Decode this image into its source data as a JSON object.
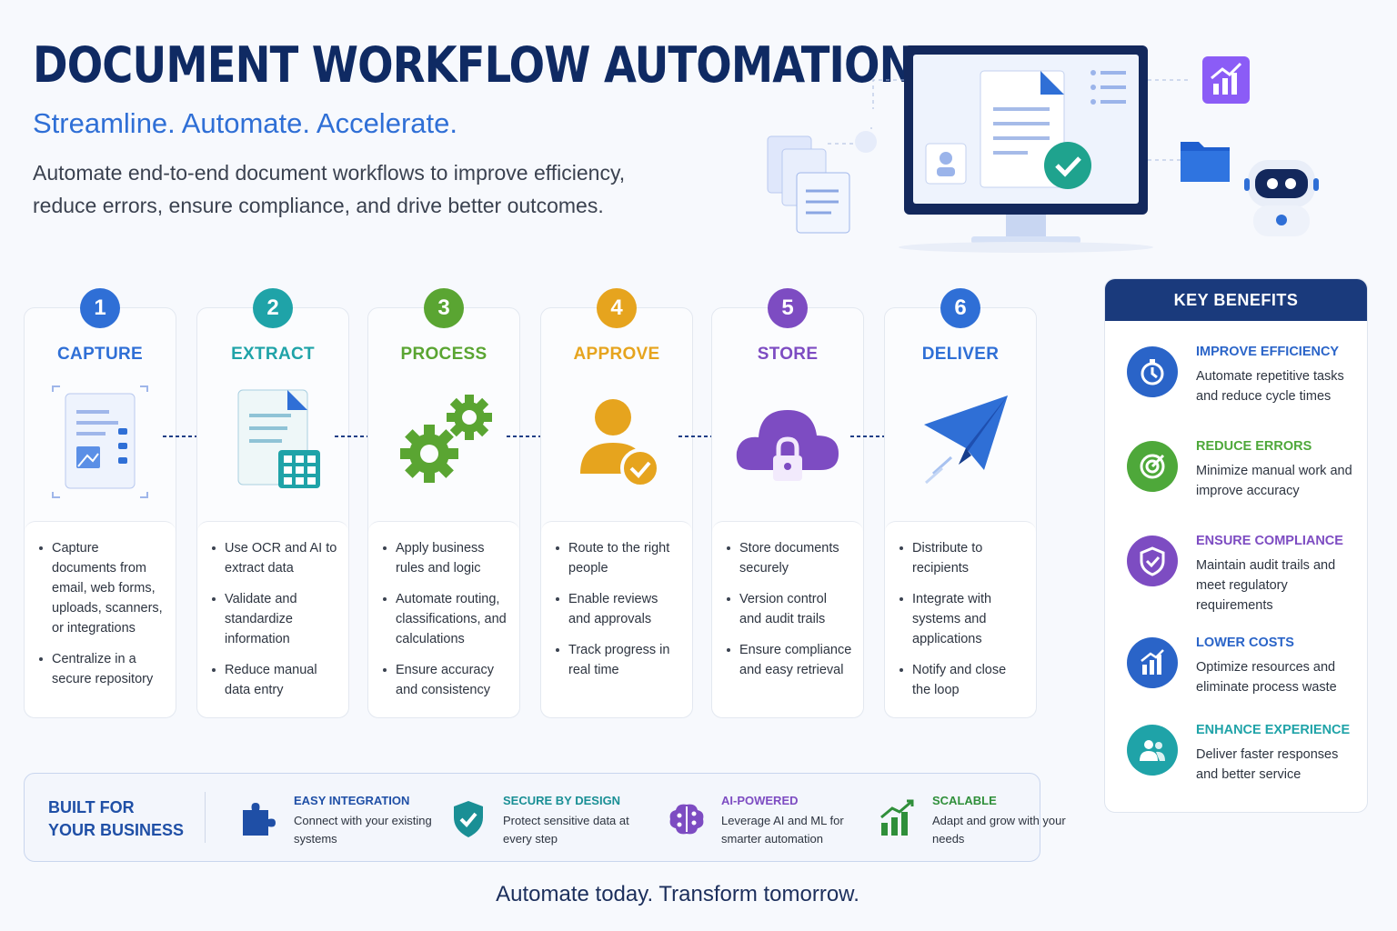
{
  "header": {
    "title": "DOCUMENT WORKFLOW AUTOMATION",
    "subtitle": "Streamline. Automate. Accelerate.",
    "intro_line1": "Automate end-to-end document workflows to improve efficiency,",
    "intro_line2": "reduce errors, ensure compliance, and drive better outcomes."
  },
  "steps": [
    {
      "number": "1",
      "title": "CAPTURE",
      "color": "#2f6fd6",
      "icon": "document-scan-icon",
      "bullets": [
        "Capture documents from email, web forms, uploads, scanners, or integrations",
        "Centralize in a secure repository"
      ]
    },
    {
      "number": "2",
      "title": "EXTRACT",
      "color": "#1fa3a8",
      "icon": "document-table-icon",
      "bullets": [
        "Use OCR and AI to extract data",
        "Validate and standardize information",
        "Reduce manual data entry"
      ]
    },
    {
      "number": "3",
      "title": "PROCESS",
      "color": "#5aa532",
      "icon": "gears-icon",
      "bullets": [
        "Apply business rules and logic",
        "Automate routing, classifications, and calculations",
        "Ensure accuracy and consistency"
      ]
    },
    {
      "number": "4",
      "title": "APPROVE",
      "color": "#e6a41e",
      "icon": "user-check-icon",
      "bullets": [
        "Route to the right people",
        "Enable reviews and approvals",
        "Track progress in real time"
      ]
    },
    {
      "number": "5",
      "title": "STORE",
      "color": "#7d4cc2",
      "icon": "cloud-lock-icon",
      "bullets": [
        "Store documents securely",
        "Version control and audit trails",
        "Ensure compliance and easy retrieval"
      ]
    },
    {
      "number": "6",
      "title": "DELIVER",
      "color": "#2f6fd6",
      "icon": "paper-plane-icon",
      "bullets": [
        "Distribute to recipients",
        "Integrate with systems and applications",
        "Notify and close the loop"
      ]
    }
  ],
  "benefits": {
    "header": "KEY BENEFITS",
    "items": [
      {
        "title": "IMPROVE EFFICIENCY",
        "desc": "Automate repetitive tasks and reduce cycle times",
        "color": "#2a64c8",
        "icon": "stopwatch-icon"
      },
      {
        "title": "REDUCE ERRORS",
        "desc": "Minimize manual work and improve accuracy",
        "color": "#4ea83a",
        "icon": "target-icon"
      },
      {
        "title": "ENSURE COMPLIANCE",
        "desc": "Maintain audit trails and meet regulatory requirements",
        "color": "#7d4cc2",
        "icon": "shield-check-icon"
      },
      {
        "title": "LOWER COSTS",
        "desc": "Optimize resources and eliminate process waste",
        "color": "#2a64c8",
        "icon": "bar-chart-icon"
      },
      {
        "title": "ENHANCE EXPERIENCE",
        "desc": "Deliver faster responses and better service",
        "color": "#1fa3a8",
        "icon": "users-icon"
      }
    ]
  },
  "built": {
    "title_line1": "BUILT FOR",
    "title_line2": "YOUR BUSINESS",
    "features": [
      {
        "title": "EASY INTEGRATION",
        "desc": "Connect with your existing systems",
        "color": "#1f4fa6",
        "icon": "puzzle-icon"
      },
      {
        "title": "SECURE BY DESIGN",
        "desc": "Protect sensitive data at every step",
        "color": "#1a8f95",
        "icon": "shield-check-icon"
      },
      {
        "title": "AI-POWERED",
        "desc": "Leverage AI and ML for smarter automation",
        "color": "#7d4cc2",
        "icon": "brain-icon"
      },
      {
        "title": "SCALABLE",
        "desc": "Adapt and grow with your needs",
        "color": "#2f8f3a",
        "icon": "growth-chart-icon"
      }
    ]
  },
  "footer": "Automate today. Transform tomorrow."
}
